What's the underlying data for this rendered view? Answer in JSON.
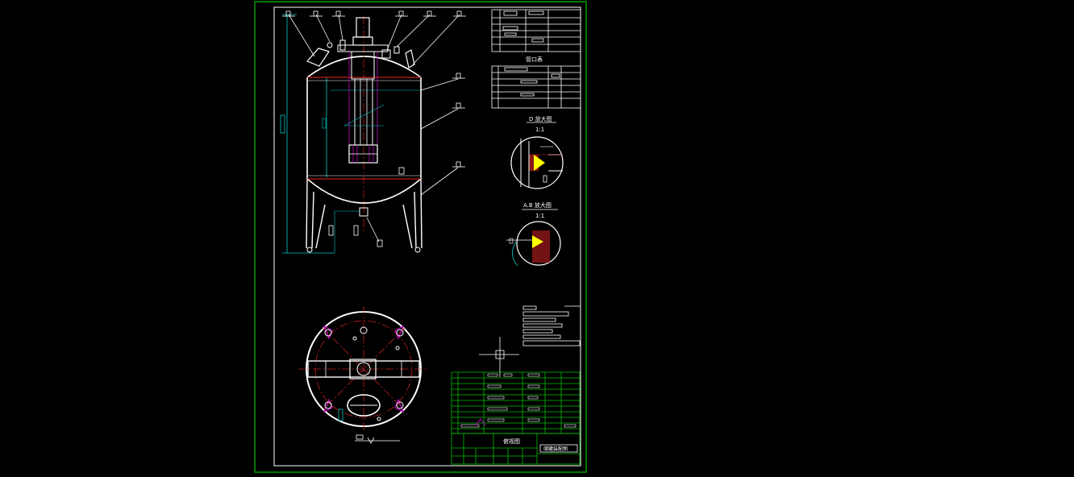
{
  "drawing": {
    "detail_d_title": "D 放大图",
    "detail_d_scale": "1:1",
    "detail_ab_title": "A.B 放大图",
    "detail_ab_scale": "1:1",
    "nozzle_table_title": "管口表",
    "plan_view_label": "俯视图",
    "title_block_name": "储罐装配图"
  },
  "colors": {
    "background": "#000000",
    "sheet_border": "#00c000",
    "outline": "#ffffff",
    "centerline": "#ff2020",
    "dimension": "#00c8c8",
    "hatch": "#c02020",
    "weld": "#ffff00",
    "symbol": "#c000c0",
    "table_grid": "#00c000"
  }
}
